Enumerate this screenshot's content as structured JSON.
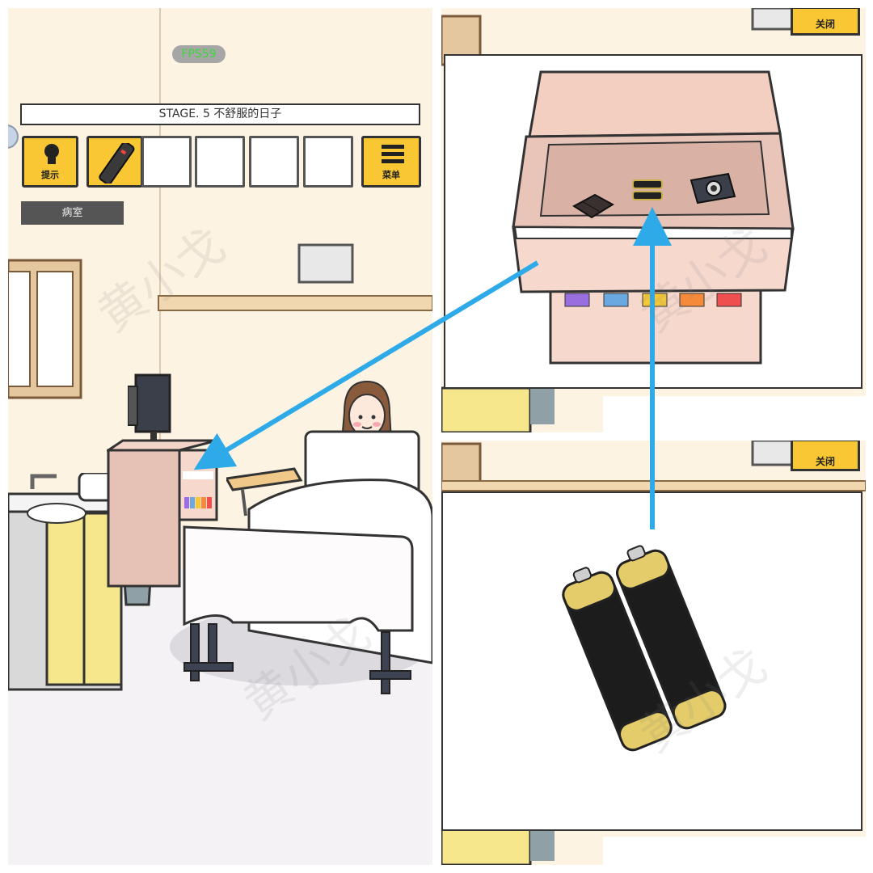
{
  "hud": {
    "fps": "FPS59",
    "stage_title": "STAGE. 5 不舒服的日子",
    "hint_label": "提示",
    "menu_label": "菜单",
    "room_label": "病室"
  },
  "inventory": {
    "slots": [
      {
        "item": "remote-control"
      },
      {
        "item": ""
      },
      {
        "item": ""
      },
      {
        "item": ""
      },
      {
        "item": ""
      }
    ]
  },
  "zoom_drawer": {
    "close_label": "关闭",
    "items": [
      "chocolate-icon",
      "battery-pair-icon",
      "camera-icon"
    ]
  },
  "zoom_battery": {
    "close_label": "关闭",
    "item": "aa-battery-icon"
  },
  "watermark": {
    "text": "黄小戈"
  },
  "colors": {
    "hud_yellow": "#f8c733",
    "arrow_blue": "#2eaae8",
    "wall": "#fdf3e2",
    "cabinet_pink": "#f6d8cd",
    "fps_green": "#3fd63f"
  }
}
